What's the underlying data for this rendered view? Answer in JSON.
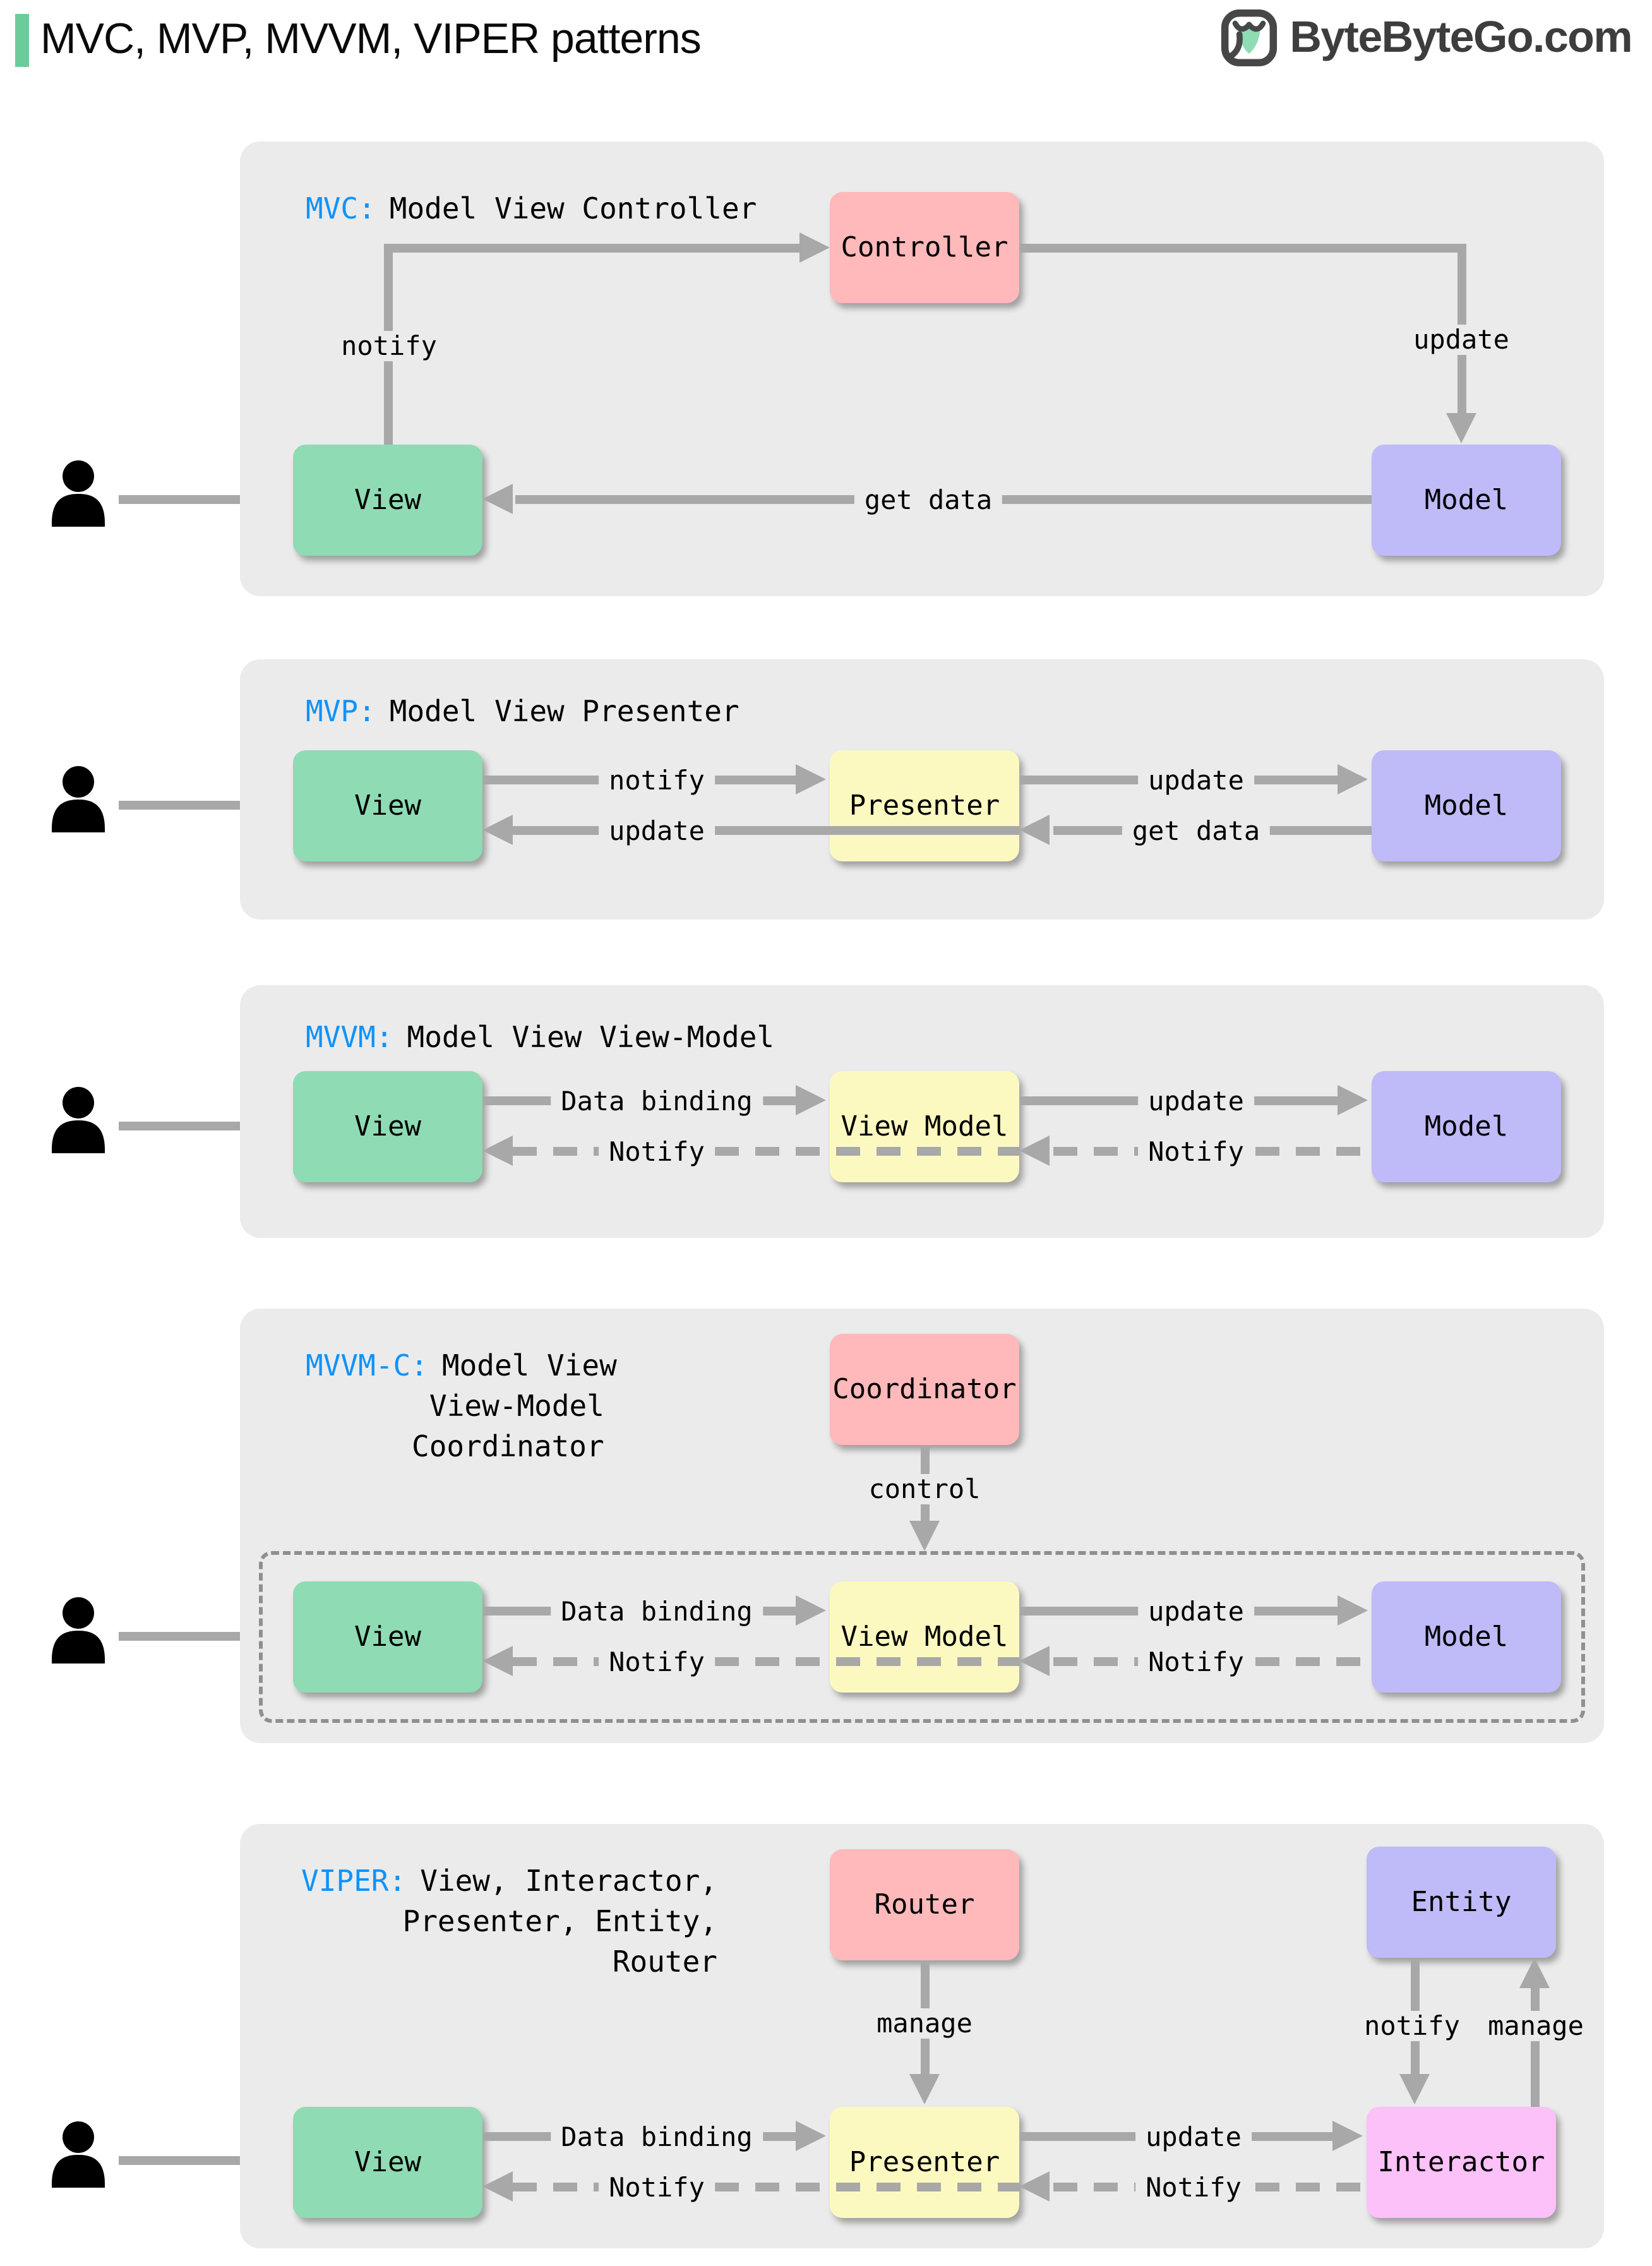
{
  "header": {
    "title": "MVC, MVP, MVVM, VIPER patterns",
    "brand": "ByteByteGo.com"
  },
  "colors": {
    "accent_green": "#6CCB9B",
    "panel_bg": "#EBEBEB",
    "box_green": "#8EDBB4",
    "box_pink": "#FFB9BB",
    "box_purple": "#BFBAF8",
    "box_yellow": "#FCF9C0",
    "box_magenta": "#FBC1F8",
    "arrow_gray": "#A8A8A8",
    "label_blue": "#0D93FB",
    "brand_gray": "#3D3D3D"
  },
  "panels": {
    "mvc": {
      "prefix": "MVC:",
      "name": "Model View Controller",
      "boxes": {
        "controller": "Controller",
        "view": "View",
        "model": "Model"
      },
      "edges": {
        "notify": "notify",
        "update": "update",
        "get_data": "get data"
      }
    },
    "mvp": {
      "prefix": "MVP:",
      "name": "Model View Presenter",
      "boxes": {
        "view": "View",
        "presenter": "Presenter",
        "model": "Model"
      },
      "edges": {
        "notify": "notify",
        "update_view": "update",
        "update_model": "update",
        "get_data": "get data"
      }
    },
    "mvvm": {
      "prefix": "MVVM:",
      "name": "Model View View-Model",
      "boxes": {
        "view": "View",
        "view_model": "View Model",
        "model": "Model"
      },
      "edges": {
        "data_binding": "Data binding",
        "notify_view": "Notify",
        "update": "update",
        "notify_view_model": "Notify"
      }
    },
    "mvvm_c": {
      "prefix": "MVVM-C:",
      "name_line1": "Model View",
      "name_line2": "View-Model",
      "name_line3": "Coordinator",
      "boxes": {
        "coordinator": "Coordinator",
        "view": "View",
        "view_model": "View Model",
        "model": "Model"
      },
      "edges": {
        "control": "control",
        "data_binding": "Data binding",
        "notify_view": "Notify",
        "update": "update",
        "notify_view_model": "Notify"
      }
    },
    "viper": {
      "prefix": "VIPER:",
      "name_line1": "View, Interactor,",
      "name_line2": "Presenter, Entity,",
      "name_line3": "Router",
      "boxes": {
        "router": "Router",
        "entity": "Entity",
        "view": "View",
        "presenter": "Presenter",
        "interactor": "Interactor"
      },
      "edges": {
        "manage_router": "manage",
        "notify_entity": "notify",
        "manage_entity": "manage",
        "data_binding": "Data binding",
        "notify_view": "Notify",
        "update": "update",
        "notify_presenter": "Notify"
      }
    }
  }
}
